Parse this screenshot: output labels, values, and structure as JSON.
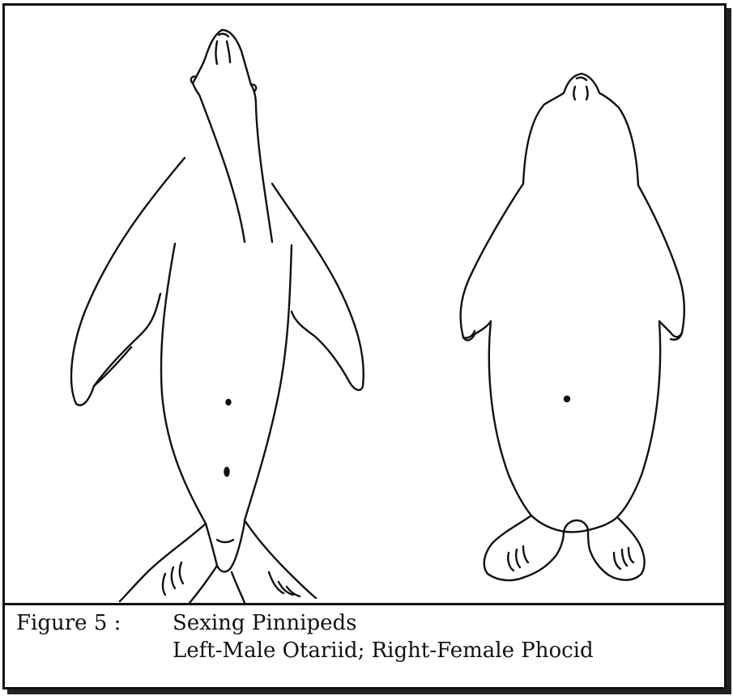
{
  "figure": {
    "label": "Figure 5 :",
    "title": "Sexing Pinnipeds",
    "subtitle": "Left-Male Otariid; Right-Female Phocid"
  },
  "illustrations": [
    {
      "name": "male-otariid",
      "description_shown": false
    },
    {
      "name": "female-phocid",
      "description_shown": false
    }
  ]
}
